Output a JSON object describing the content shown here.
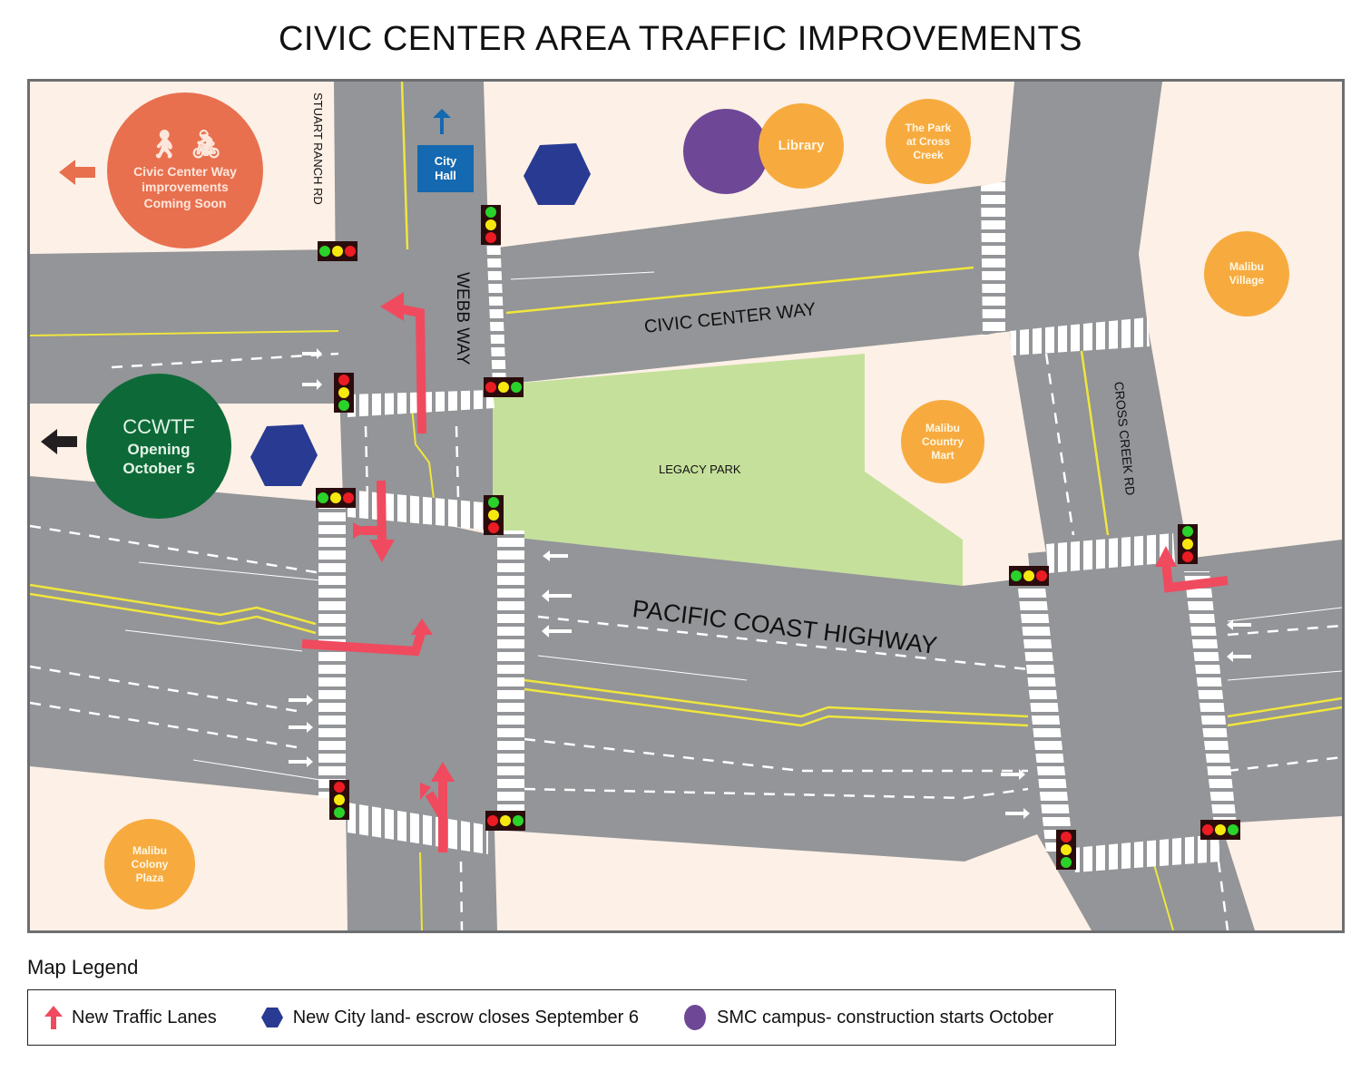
{
  "title": "CIVIC CENTER AREA TRAFFIC IMPROVEMENTS",
  "colors": {
    "road": "#939598",
    "land": "#fdf0e6",
    "park": "#c5e09b",
    "new_traffic_lanes": "#f04a5f",
    "city_land": "#283a92",
    "smc_campus": "#6e4796",
    "poi": "#f7ab3f",
    "ccwtf": "#0d6a38",
    "civic_center_way_improvements": "#e8704f",
    "city_hall": "#1469b0",
    "yellow_line": "#f0e63c"
  },
  "streets": {
    "stuart_ranch_rd": "STUART RANCH RD",
    "webb_way": "WEBB WAY",
    "civic_center_way": "CIVIC CENTER WAY",
    "pacific_coast_highway": "PACIFIC COAST HIGHWAY",
    "cross_creek_rd": "CROSS CREEK RD"
  },
  "areas": {
    "legacy_park": "LEGACY PARK"
  },
  "callouts": {
    "civic_center_way_improvements": {
      "line1": "Civic Center Way",
      "line2": "improvements",
      "line3": "Coming Soon",
      "icons": [
        "pedestrian-icon",
        "bicycle-icon"
      ]
    },
    "ccwtf": {
      "line1": "CCWTF",
      "line2": "Opening",
      "line3": "October 5"
    },
    "city_hall": {
      "line1": "City",
      "line2": "Hall"
    }
  },
  "points_of_interest": [
    {
      "name": "Library",
      "lines": [
        "Library"
      ]
    },
    {
      "name": "The Park at Cross Creek",
      "lines": [
        "The Park",
        "at Cross",
        "Creek"
      ]
    },
    {
      "name": "Malibu Village",
      "lines": [
        "Malibu",
        "Village"
      ]
    },
    {
      "name": "Malibu Country Mart",
      "lines": [
        "Malibu",
        "Country",
        "Mart"
      ]
    },
    {
      "name": "Malibu Colony Plaza",
      "lines": [
        "Malibu",
        "Colony",
        "Plaza"
      ]
    }
  ],
  "legend": {
    "title": "Map Legend",
    "items": [
      {
        "icon": "red-arrow-icon",
        "label": "New Traffic Lanes"
      },
      {
        "icon": "blue-hexagon-icon",
        "label": "New City land- escrow closes September 6"
      },
      {
        "icon": "purple-circle-icon",
        "label": "SMC campus- construction starts October"
      }
    ]
  }
}
